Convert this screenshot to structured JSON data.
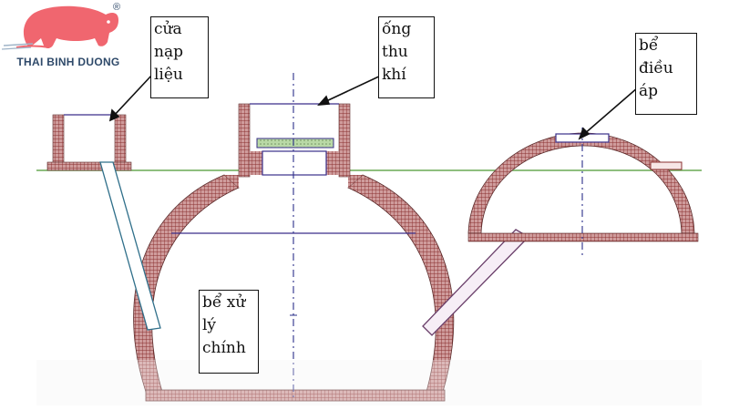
{
  "logo": {
    "brand_text": "THAI BINH DUONG",
    "registered_mark": "®",
    "pig_color": "#f0666f",
    "text_color": "#2f4a6a"
  },
  "labels": {
    "feed_gate": [
      "cửa",
      "nạp",
      "liệu"
    ],
    "gas_pipe": [
      "ống",
      "thu",
      "khí"
    ],
    "pressure_tank": [
      "bể",
      "điều",
      "áp"
    ],
    "main_tank": [
      "bể xử",
      "lý",
      "chính"
    ]
  },
  "colors": {
    "brick_fill": "#cf9c9c",
    "brick_grid": "#8a2f2f",
    "outline": "#3a2f8a",
    "ground": "#6aaa55",
    "axis": "#2a2f8a",
    "cap": "#b9d9a6"
  },
  "icons": [
    "pig-logo-icon"
  ]
}
